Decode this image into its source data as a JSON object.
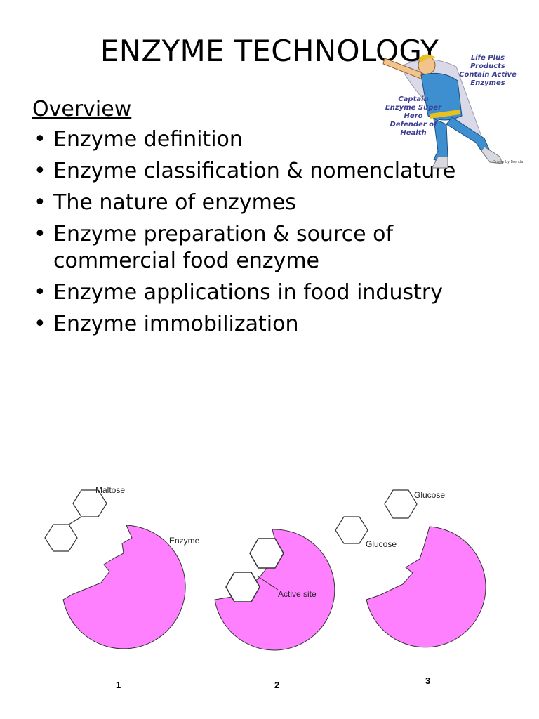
{
  "slide": {
    "title": "ENZYME TECHNOLOGY",
    "overview_heading": "Overview",
    "bullets": [
      "Enzyme definition",
      "Enzyme classification & nomenclature",
      "The nature of enzymes",
      "Enzyme preparation & source of commercial food enzyme",
      "Enzyme applications in food industry",
      "Enzyme immobilization"
    ]
  },
  "hero_image": {
    "caption_top": "Life Plus Products Contain Active Enzymes",
    "caption_mid": "Captain Enzyme Super Hero Defender of Health",
    "credit": "Drawn by Brenda"
  },
  "diagram": {
    "label_maltose": "Maltose",
    "label_enzyme": "Enzyme",
    "label_active_site": "Active site",
    "label_glucose_1": "Glucose",
    "label_glucose_2": "Glucose",
    "step_1": "1",
    "step_2": "2",
    "step_3": "3",
    "colors": {
      "enzyme_fill": "#ff80ff",
      "outline": "#333333"
    }
  }
}
